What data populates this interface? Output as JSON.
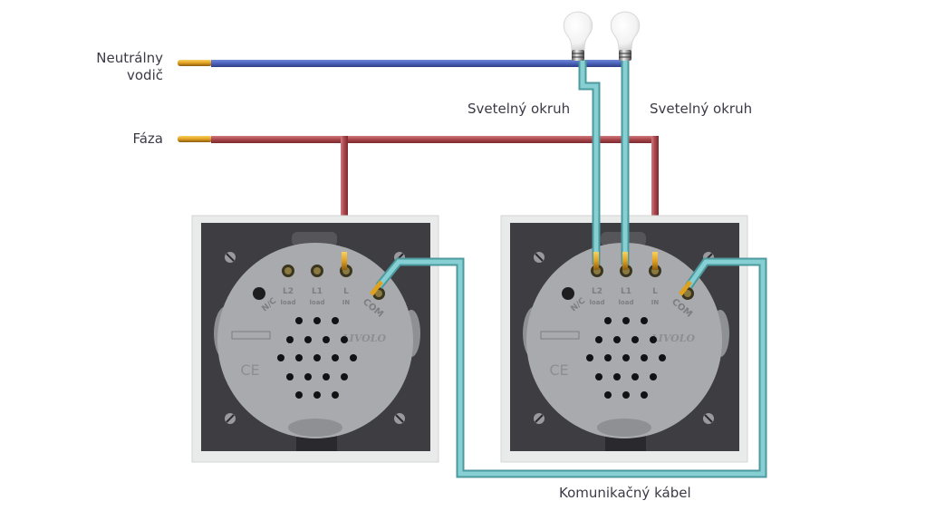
{
  "labels": {
    "neutral_line1": "Neutrálny",
    "neutral_line2": "vodič",
    "phase": "Fáza",
    "light_circuit_1": "Svetelný okruh",
    "light_circuit_2": "Svetelný okruh",
    "communication_cable": "Komunikačný kábel"
  },
  "switches": [
    {
      "brand": "LIVOLO",
      "terminals": [
        {
          "top": "L2",
          "bottom": "load"
        },
        {
          "top": "L1",
          "bottom": "load"
        },
        {
          "top": "L",
          "bottom": "IN"
        }
      ],
      "extra_terminals": [
        "N/C",
        "COM"
      ],
      "cert": "CE"
    },
    {
      "brand": "LIVOLO",
      "terminals": [
        {
          "top": "L2",
          "bottom": "load"
        },
        {
          "top": "L1",
          "bottom": "load"
        },
        {
          "top": "L",
          "bottom": "IN"
        }
      ],
      "extra_terminals": [
        "N/C",
        "COM"
      ],
      "cert": "CE"
    }
  ],
  "colors": {
    "neutral_wire": "#4a62b8",
    "phase_wire": "#a8454a",
    "light_wire": "#7cc3c6",
    "comm_wire": "#7cc3c6",
    "copper_tip": "#e0a020",
    "switch_plate": "#3d3d42",
    "switch_module": "#a8aaad",
    "frame": "#eceeee"
  }
}
